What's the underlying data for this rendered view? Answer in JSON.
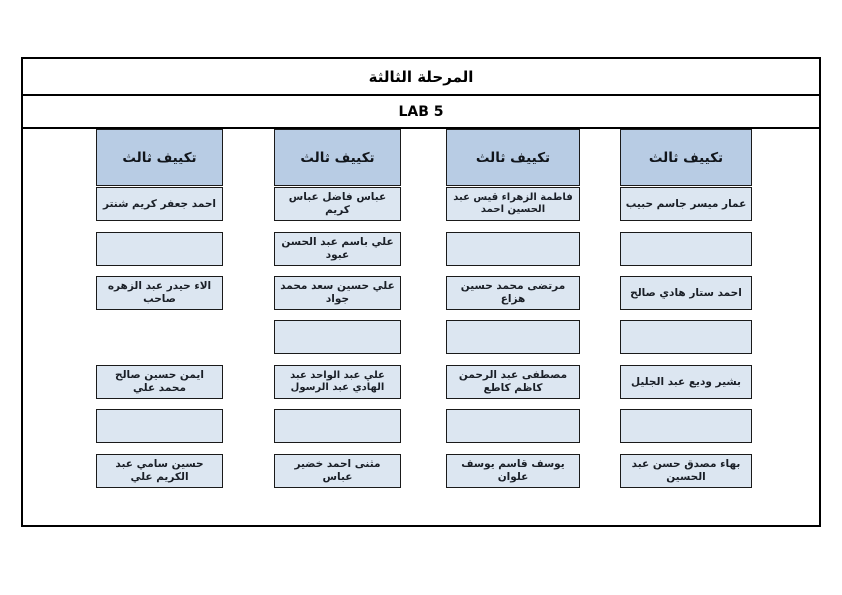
{
  "document": {
    "title": "المرحلة الثالثة",
    "subtitle": "LAB 5"
  },
  "colors": {
    "header_fill": "#b8cce4",
    "cell_fill": "#dce6f1",
    "border": "#1a1a1a",
    "page_background": "#ffffff"
  },
  "table": {
    "column_count": 4,
    "row_count": 7,
    "columns": [
      {
        "header": "تكييف ثالث",
        "cells": [
          "عمار ميسر جاسم حبيب",
          "",
          "احمد ستار هادي صالح",
          "",
          "بشير وديع عبد الجليل",
          "",
          "بهاء مصدق حسن عبد الحسين"
        ]
      },
      {
        "header": "تكييف ثالث",
        "cells": [
          "فاطمة الزهراء قيس عبد الحسين احمد",
          "",
          "مرتضى محمد حسين هزاع",
          "",
          "مصطفى عبد الرحمن كاظم كاطع",
          "",
          "يوسف قاسم يوسف علوان"
        ]
      },
      {
        "header": "تكييف ثالث",
        "cells": [
          "عباس فاضل عباس كريم",
          "علي باسم عبد الحسن عبود",
          "علي حسين سعد محمد جواد",
          "",
          "علي عبد الواحد عبد الهادي عبد الرسول",
          "",
          "مثنى احمد خضير عباس"
        ]
      },
      {
        "header": "تكييف ثالث",
        "cells": [
          "احمد جعفر كريم شنتر",
          "",
          "الاء حيدر عبد الزهره صاحب",
          null,
          "ايمن حسين صالح محمد علي",
          "",
          "حسين سامي عبد الكريم علي"
        ]
      }
    ]
  }
}
